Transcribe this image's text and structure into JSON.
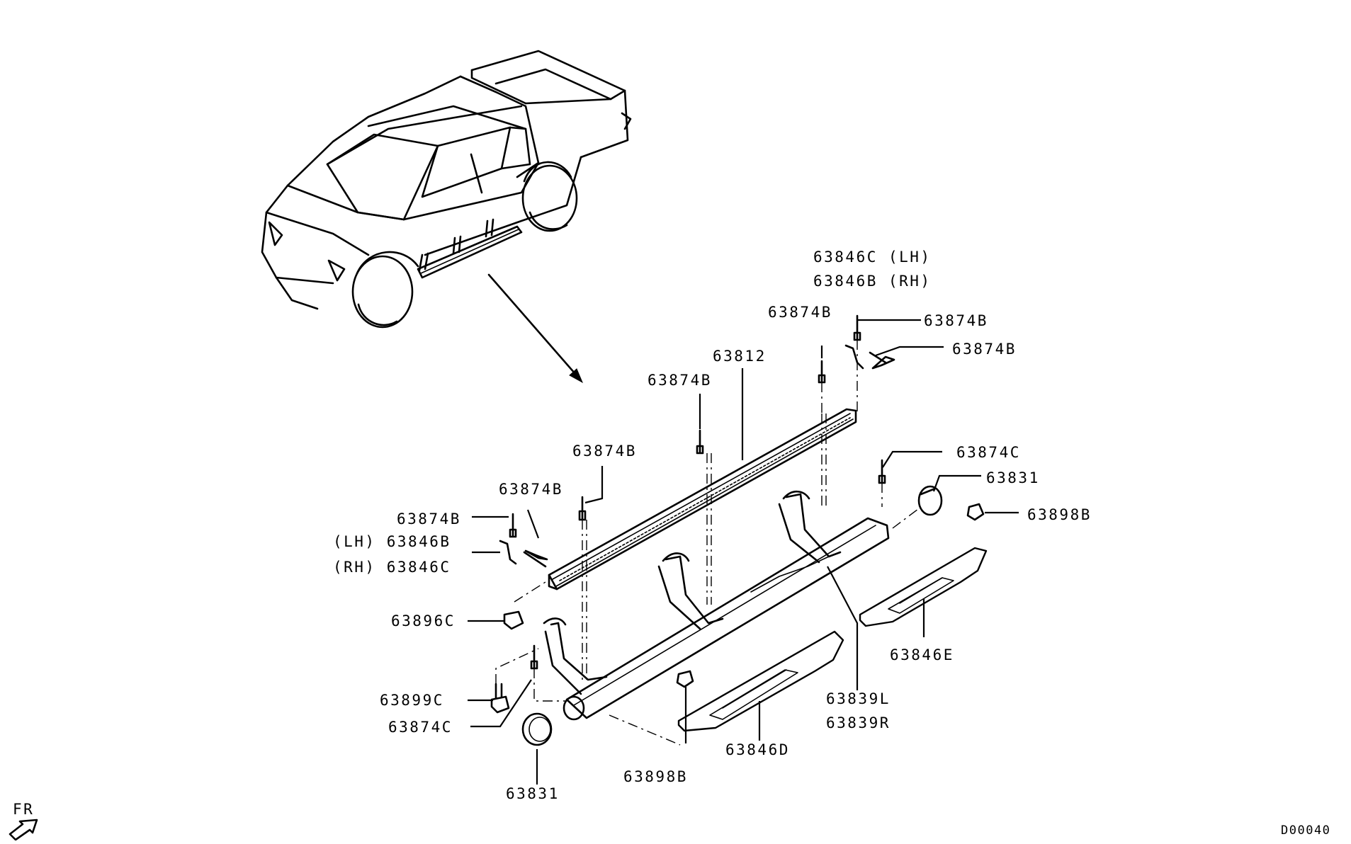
{
  "diagram": {
    "drawing_code": "D00040",
    "direction_label": "FR",
    "labels": {
      "p63846c_lh_top": "63846C (LH)",
      "p63846b_rh_top": "63846B (RH)",
      "p63874b_a": "63874B",
      "p63874b_b": "63874B",
      "p63874b_c": "63874B",
      "p63812": "63812",
      "p63874b_d": "63874B",
      "p63874b_e": "63874B",
      "p63874c_top": "63874C",
      "p63831_top": "63831",
      "p63898b_right": "63898B",
      "p63874b_f": "63874B",
      "p63874b_left": "63874B",
      "p63846b_lh_left": "(LH) 63846B",
      "p63846c_rh_left": "(RH) 63846C",
      "p63896c": "63896C",
      "p63846e": "63846E",
      "p63899c": "63899C",
      "p63874c_left": "63874C",
      "p63839l": "63839L",
      "p63839r": "63839R",
      "p63846d": "63846D",
      "p63898b_bottom": "63898B",
      "p63831_bottom": "63831"
    }
  }
}
